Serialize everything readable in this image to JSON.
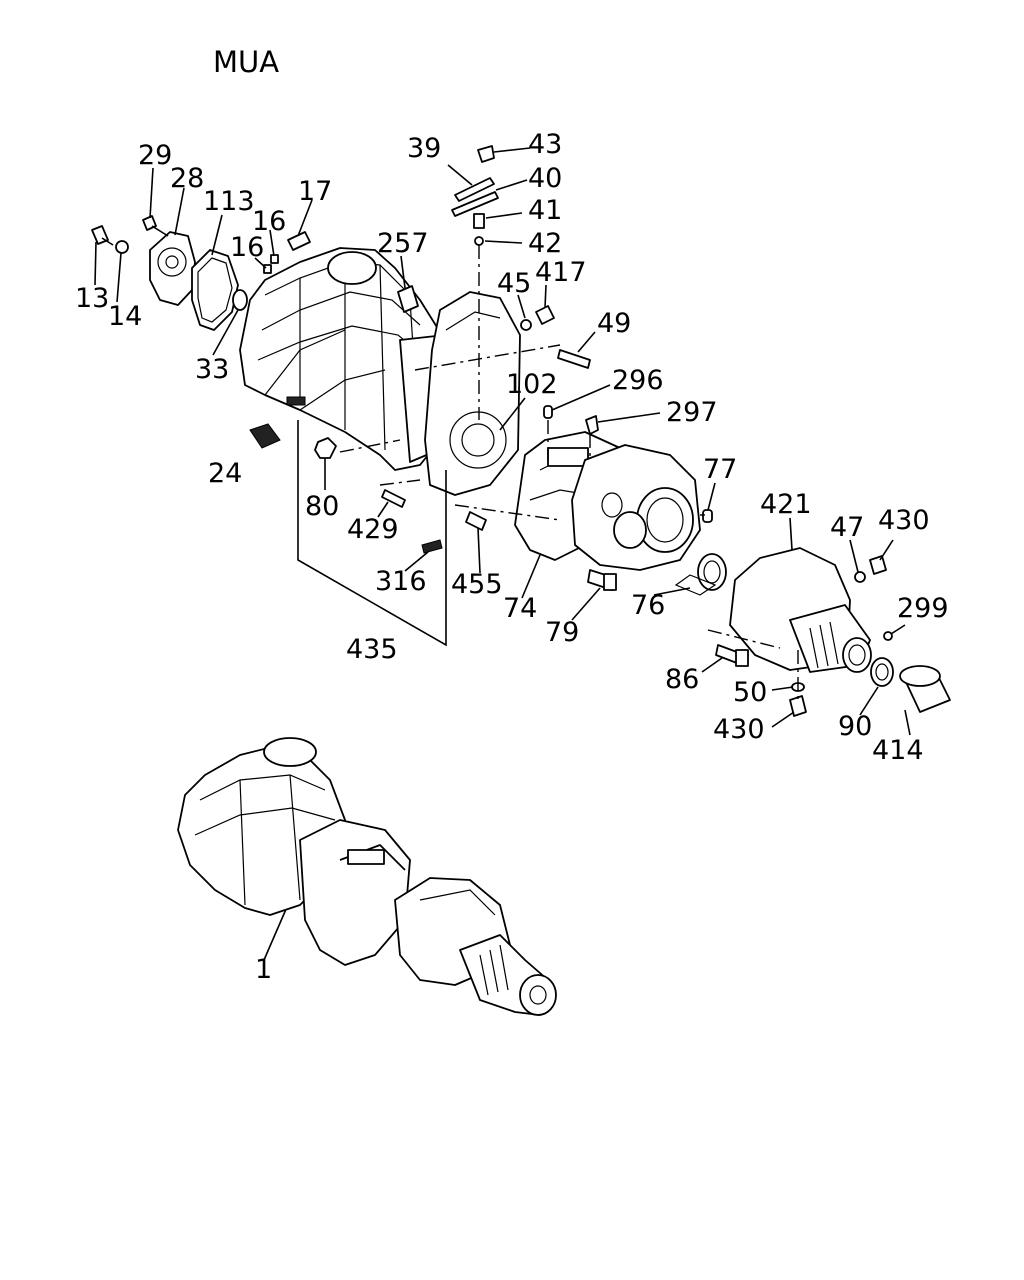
{
  "title": "MUA",
  "callouts": {
    "c29": "29",
    "c28": "28",
    "c113": "113",
    "c16a": "16",
    "c16b": "16",
    "c17": "17",
    "c13": "13",
    "c14": "14",
    "c33": "33",
    "c257": "257",
    "c24": "24",
    "c39": "39",
    "c43": "43",
    "c40": "40",
    "c41": "41",
    "c42": "42",
    "c45": "45",
    "c417": "417",
    "c49": "49",
    "c102": "102",
    "c296": "296",
    "c297": "297",
    "c80": "80",
    "c429": "429",
    "c316": "316",
    "c435": "435",
    "c455": "455",
    "c74": "74",
    "c79": "79",
    "c76": "76",
    "c77": "77",
    "c421": "421",
    "c47": "47",
    "c430a": "430",
    "c299": "299",
    "c86": "86",
    "c50": "50",
    "c430b": "430",
    "c90": "90",
    "c414": "414",
    "c1": "1"
  }
}
